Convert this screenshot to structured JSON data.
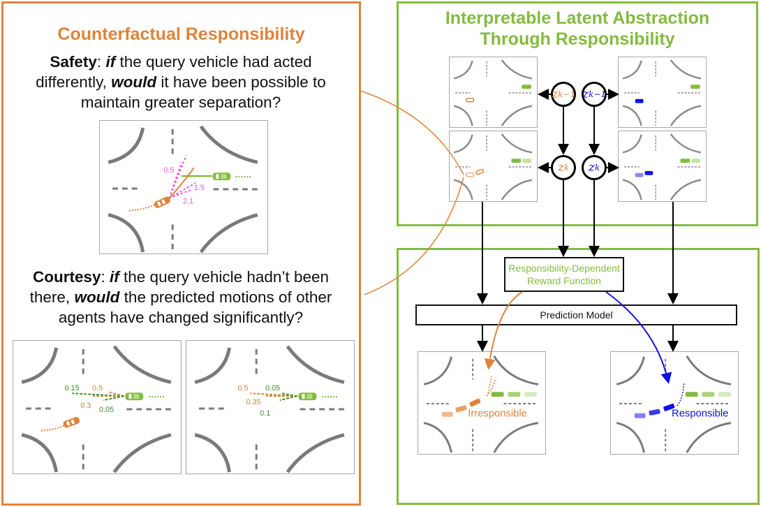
{
  "colors": {
    "orange": "#E0833A",
    "green": "#84BB3F",
    "blue": "#1010E6",
    "magenta": "#EE55DD",
    "dark_green": "#3E8E2A",
    "olive": "#B8902E",
    "road": "#7a7a7a"
  },
  "left_panel": {
    "title": "Counterfactual Responsibility",
    "safety": {
      "term": "Safety",
      "colon": ": ",
      "if": "if",
      "part1": " the query vehicle had acted differently, ",
      "would": "would",
      "part2": " it have been possible to maintain greater separation?",
      "scene_labels": [
        "0.5",
        "1.5",
        "2.1"
      ]
    },
    "courtesy": {
      "term": "Courtesy",
      "colon": ": ",
      "if": "if",
      "part1": " the query vehicle hadn’t been there, ",
      "would": "would",
      "part2": " the predicted motions of other agents have changed significantly?",
      "scene_a_labels": [
        "0.15",
        "0.5",
        "0.3",
        "0.05"
      ],
      "scene_b_labels": [
        "0.5",
        "0.05",
        "0.35",
        "0.1"
      ]
    }
  },
  "top_right_panel": {
    "title_line1": "Interpretable Latent Abstraction",
    "title_line2": "Through Responsibility",
    "nodes": {
      "prev_left": {
        "var": "z",
        "sub": "k−1"
      },
      "prev_right": {
        "var": "z",
        "sub": "k−1"
      },
      "cur_left": {
        "var": "z",
        "sub": "k"
      },
      "cur_right": {
        "var": "z",
        "sub": "k"
      }
    }
  },
  "bottom_right_panel": {
    "reward_line1": "Responsibility-Dependent",
    "reward_line2": "Reward Function",
    "prediction_model": "Prediction Model",
    "irresponsible_label": "Irresponsible",
    "responsible_label": "Responsible"
  }
}
